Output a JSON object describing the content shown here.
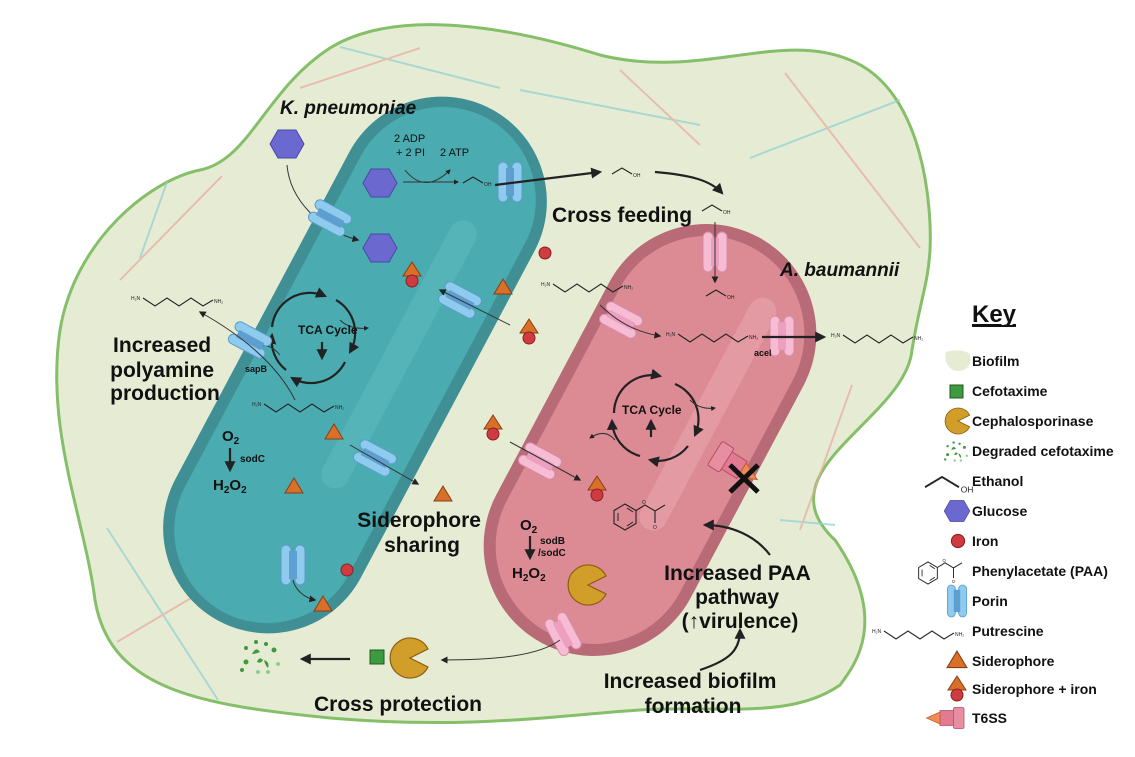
{
  "organisms": {
    "kp": "K. pneumoniae",
    "ab": "A. baumannii"
  },
  "kp_cell": {
    "glycolysis_in": [
      "2 ADP",
      "+ 2 PI"
    ],
    "glycolysis_out": "2 ATP",
    "tca": "TCA Cycle",
    "tca_direction": "down",
    "porin_label": "sapB",
    "ros": {
      "o2": "O",
      "h2o2": "H",
      "enzyme": "sodC"
    }
  },
  "ab_cell": {
    "tca": "TCA Cycle",
    "tca_direction": "up",
    "porin_label": "acel",
    "ros": {
      "enzyme_1": "sodB",
      "enzyme_2": "/sodC"
    }
  },
  "chem": {
    "oh": "OH",
    "h2n": "H₂N",
    "nh2": "NH₂"
  },
  "annotations": {
    "cross_feeding": "Cross feeding",
    "polyamine": [
      "Increased",
      "polyamine",
      "production"
    ],
    "siderophore": [
      "Siderophore",
      "sharing"
    ],
    "paa": [
      "Increased PAA",
      "pathway",
      "(↑virulence)"
    ],
    "biofilm": [
      "Increased biofilm",
      "formation"
    ],
    "cross_protection": "Cross protection"
  },
  "key": {
    "title": "Key",
    "items": [
      {
        "icon": "biofilm-icon",
        "label": "Biofilm"
      },
      {
        "icon": "cefotaxime-icon",
        "label": "Cefotaxime"
      },
      {
        "icon": "cephalosporinase-icon",
        "label": "Cephalosporinase"
      },
      {
        "icon": "degraded-cefotaxime-icon",
        "label": "Degraded cefotaxime"
      },
      {
        "icon": "ethanol-icon",
        "label": "Ethanol"
      },
      {
        "icon": "glucose-icon",
        "label": "Glucose"
      },
      {
        "icon": "iron-icon",
        "label": "Iron"
      },
      {
        "icon": "phenylacetate-icon",
        "label": "Phenylacetate (PAA)"
      },
      {
        "icon": "porin-icon",
        "label": "Porin"
      },
      {
        "icon": "putrescine-icon",
        "label": "Putrescine"
      },
      {
        "icon": "siderophore-icon",
        "label": "Siderophore"
      },
      {
        "icon": "siderophore-iron-icon",
        "label": "Siderophore + iron"
      },
      {
        "icon": "t6ss-icon",
        "label": "T6SS"
      }
    ]
  },
  "colors": {
    "biofilm_fill": "#e6ecd4",
    "biofilm_stroke": "#86bf6a",
    "kp_outer": "#3f8f95",
    "kp_inner": "#4aabb0",
    "ab_outer": "#b86a77",
    "ab_inner": "#dc8a94",
    "glucose": "#6b68d0",
    "iron": "#d03b3f",
    "siderophore": "#d9702a",
    "cefotaxime": "#3e9a3e",
    "cephalosporinase": "#d29e2a",
    "porin_blue": "#8ecbef",
    "porin_pink": "#f6bcd3"
  }
}
